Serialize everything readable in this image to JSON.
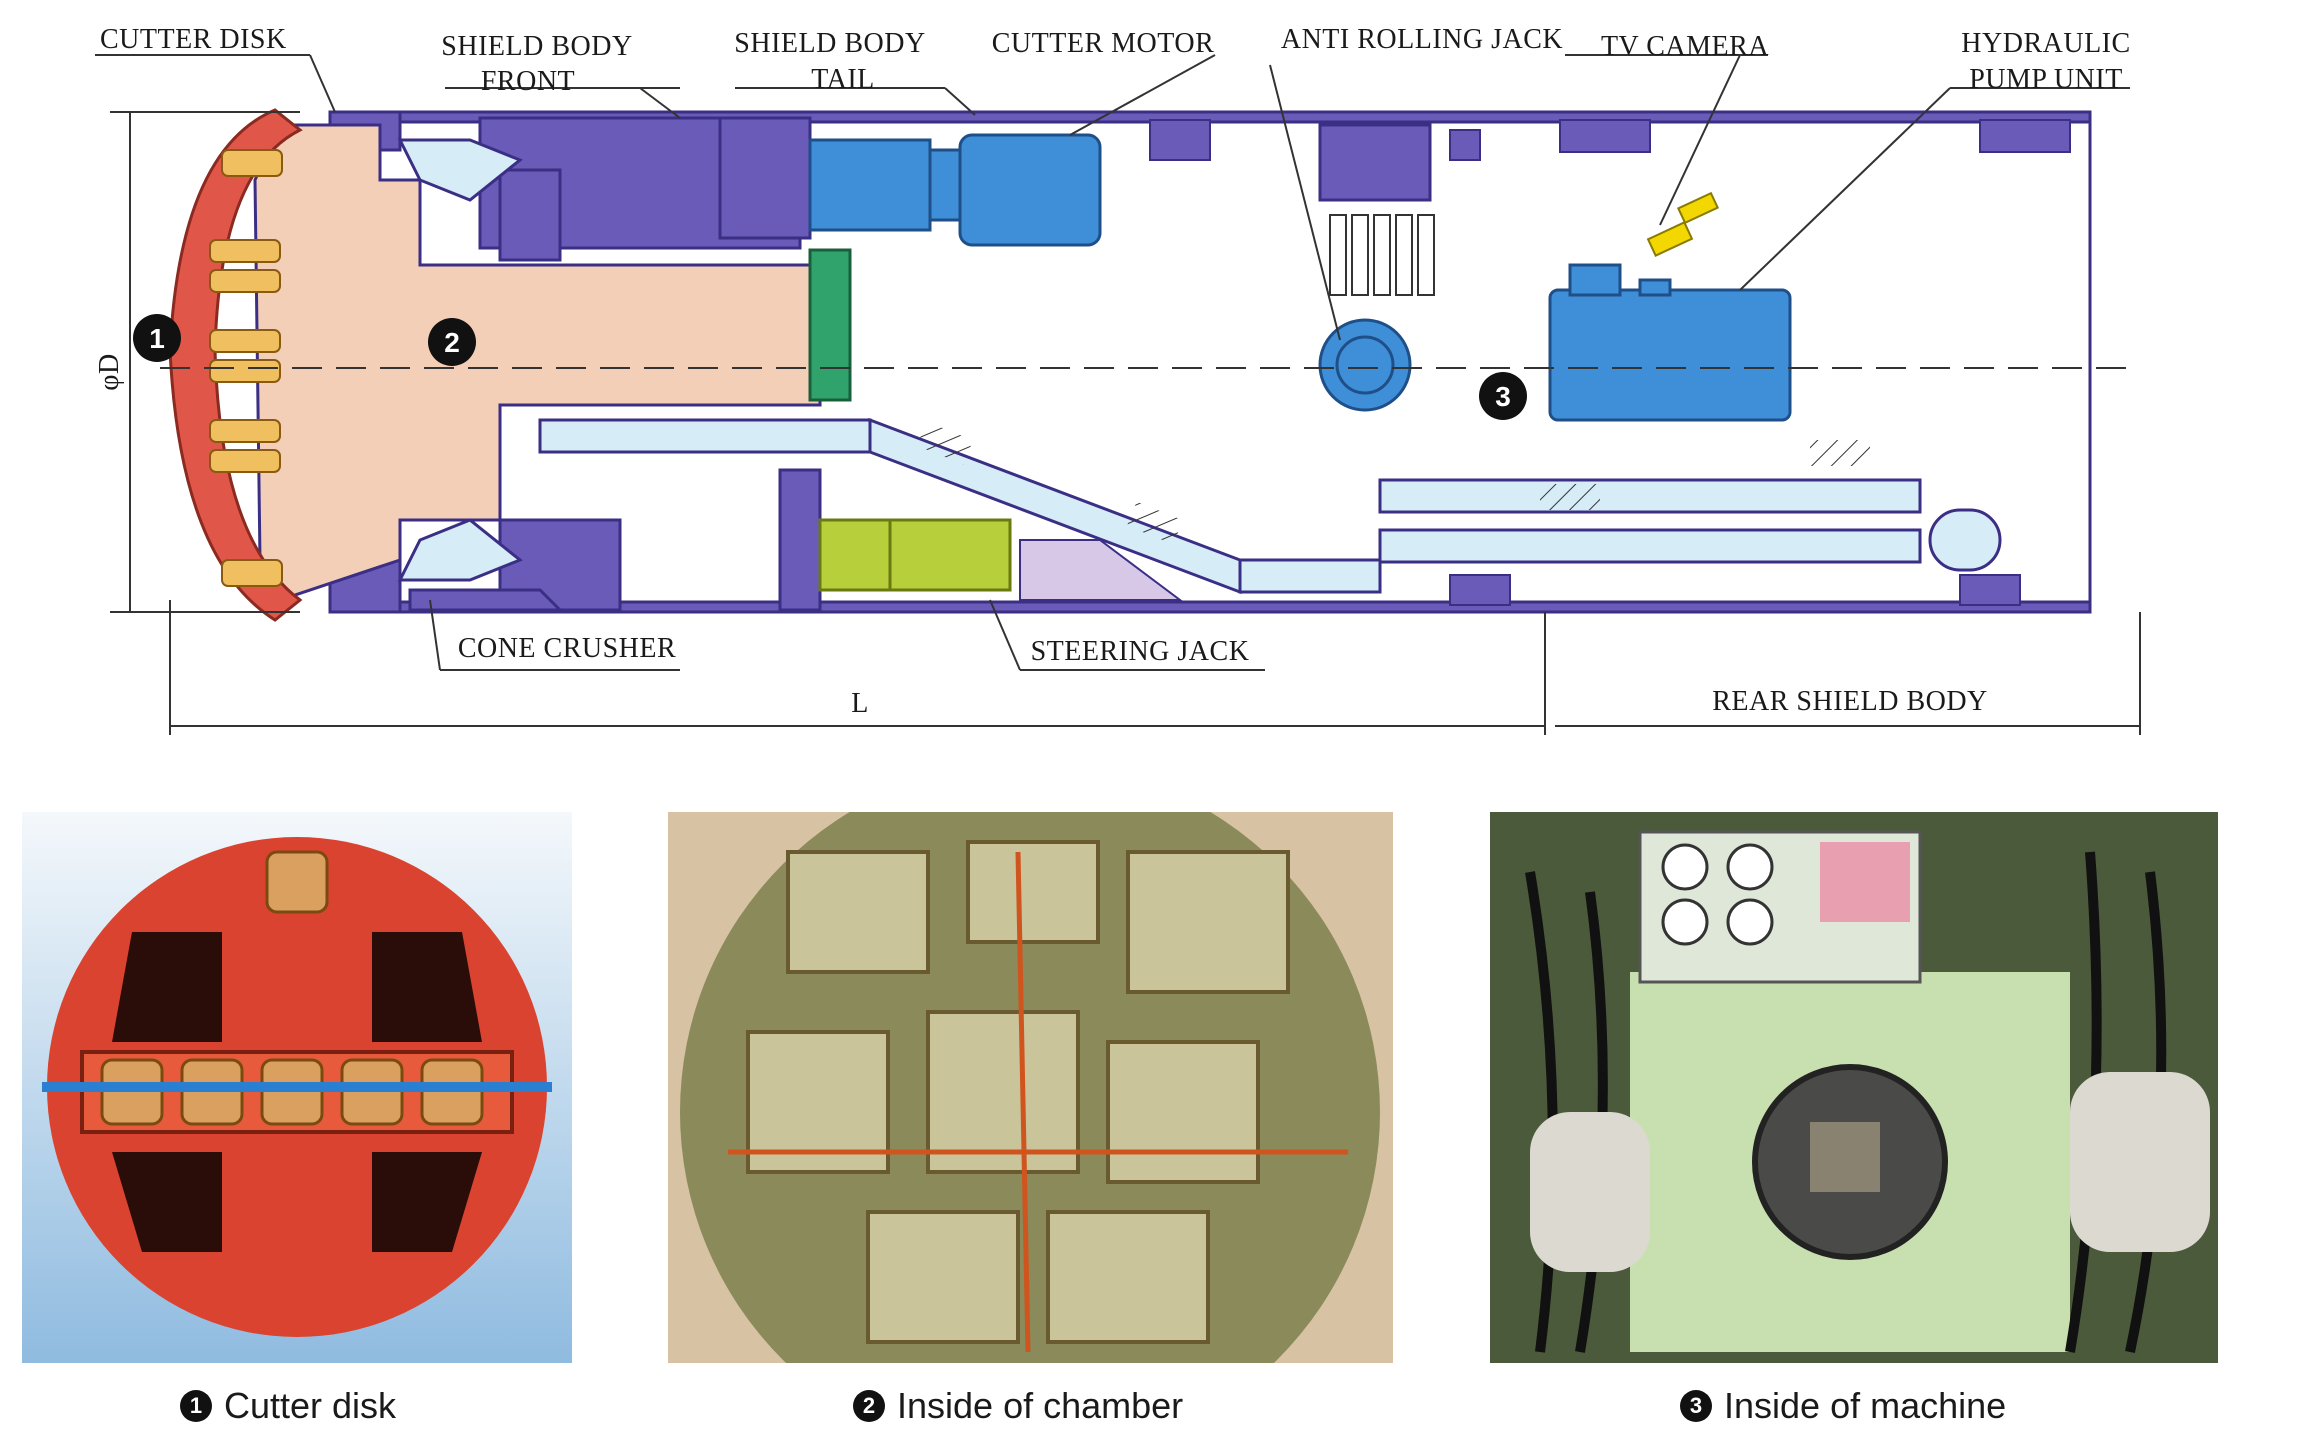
{
  "diagram": {
    "labels": {
      "cutter_disk": "CUTTER DISK",
      "shield_front_1": "SHIELD BODY",
      "shield_front_2": "FRONT",
      "shield_tail_1": "SHIELD BODY",
      "shield_tail_2": "TAIL",
      "cutter_motor": "CUTTER MOTOR",
      "anti_rolling_jack": "ANTI ROLLING JACK",
      "tv_camera": "TV CAMERA",
      "hydraulic_1": "HYDRAULIC",
      "hydraulic_2": "PUMP UNIT",
      "cone_crusher": "CONE CRUSHER",
      "steering_jack": "STEERING JACK",
      "rear_shield_body": "REAR SHIELD BODY",
      "dim_length": "L",
      "dim_diameter": "φD"
    },
    "markers": [
      "1",
      "2",
      "3"
    ],
    "colors": {
      "shield": "#6a5bb8",
      "chamber": "#f3cfb8",
      "cutter": "#e0574a",
      "roller": "#f0c060",
      "motor": "#3f8fd8",
      "pipe": "#d6ecf7",
      "steering_jack": "#b8cf3c",
      "green_gate": "#2fa36b"
    }
  },
  "photos": [
    {
      "number": "1",
      "caption": "Cutter disk"
    },
    {
      "number": "2",
      "caption": "Inside of chamber"
    },
    {
      "number": "3",
      "caption": "Inside of machine"
    }
  ]
}
